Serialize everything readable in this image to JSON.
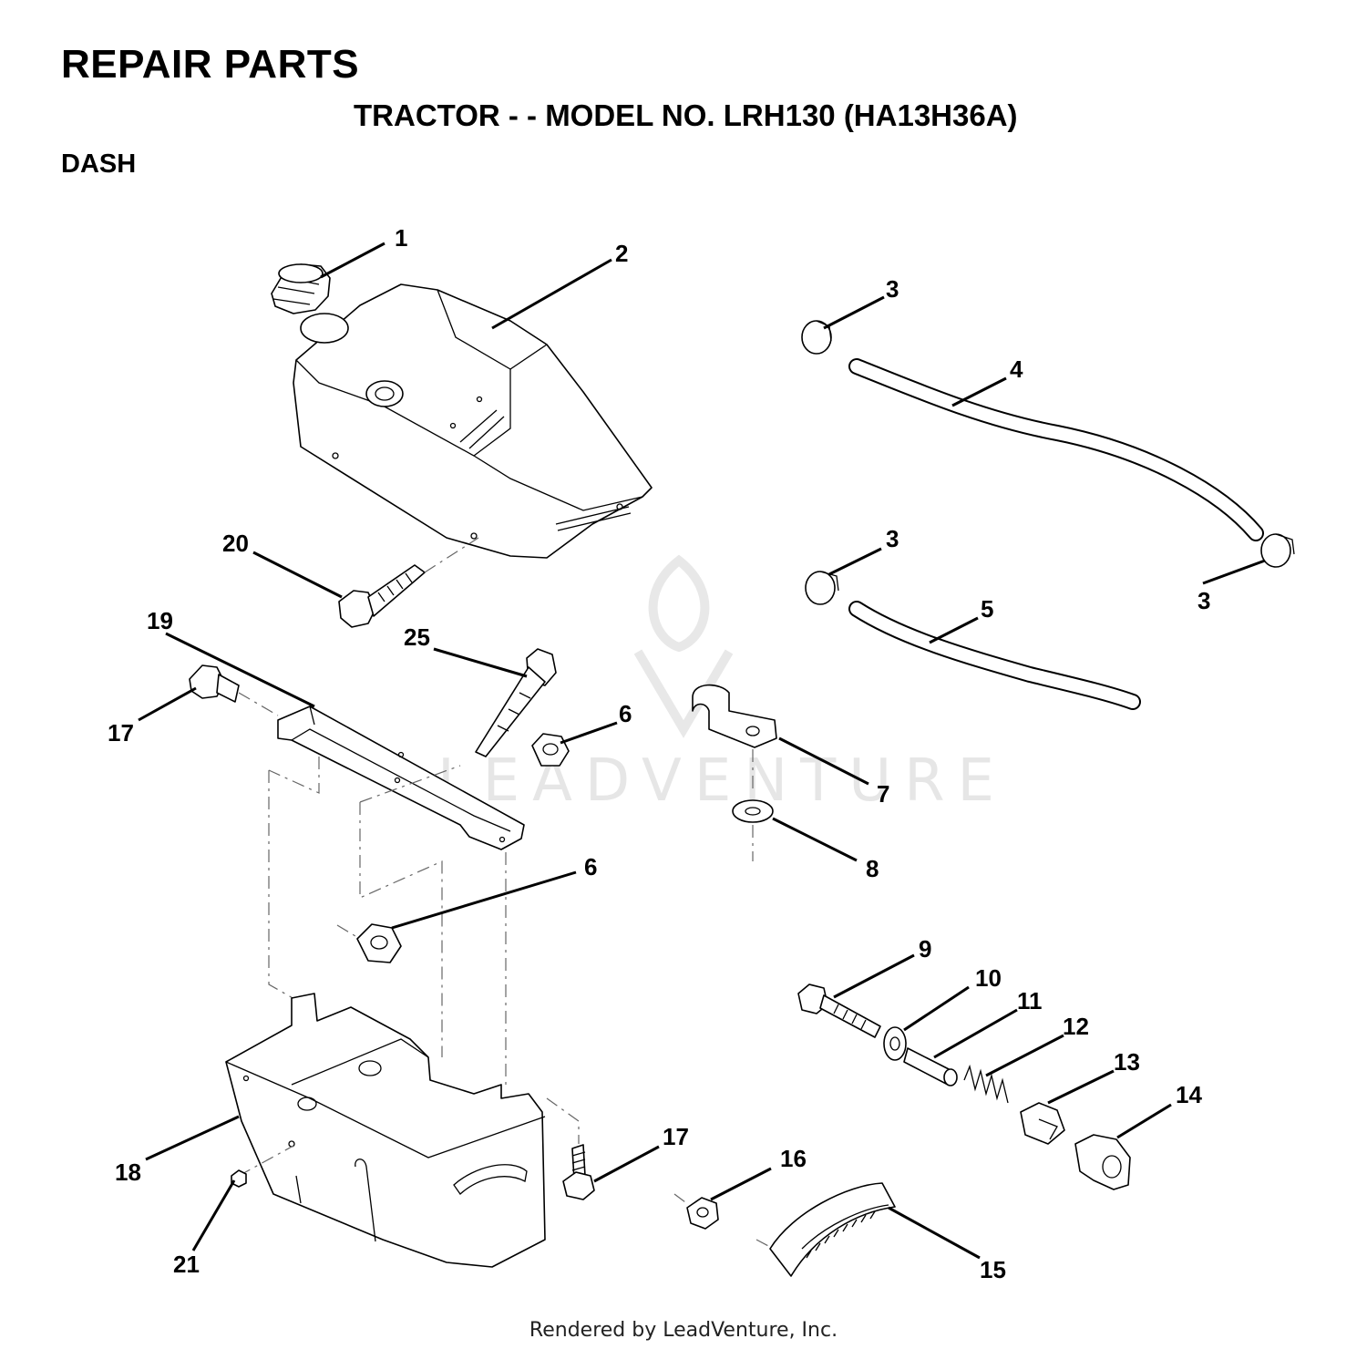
{
  "header": {
    "title": "REPAIR PARTS",
    "subtitle": "TRACTOR - - MODEL NO. LRH130 (HA13H36A)",
    "section": "DASH"
  },
  "watermark": {
    "text": "LEADVENTURE",
    "logo": "flame-v-logo-icon"
  },
  "callouts": {
    "p1": "1",
    "p2": "2",
    "p3a": "3",
    "p3b": "3",
    "p3c": "3",
    "p4": "4",
    "p5": "5",
    "p6a": "6",
    "p6b": "6",
    "p7": "7",
    "p8": "8",
    "p9": "9",
    "p10": "10",
    "p11": "11",
    "p12": "12",
    "p13": "13",
    "p14": "14",
    "p15": "15",
    "p16": "16",
    "p17a": "17",
    "p17b": "17",
    "p18": "18",
    "p19": "19",
    "p20": "20",
    "p21": "21",
    "p25": "25"
  },
  "footer": {
    "text": "Rendered by LeadVenture, Inc."
  },
  "colors": {
    "line": "#000000",
    "watermark": "#e6e6e6",
    "background": "#ffffff"
  }
}
